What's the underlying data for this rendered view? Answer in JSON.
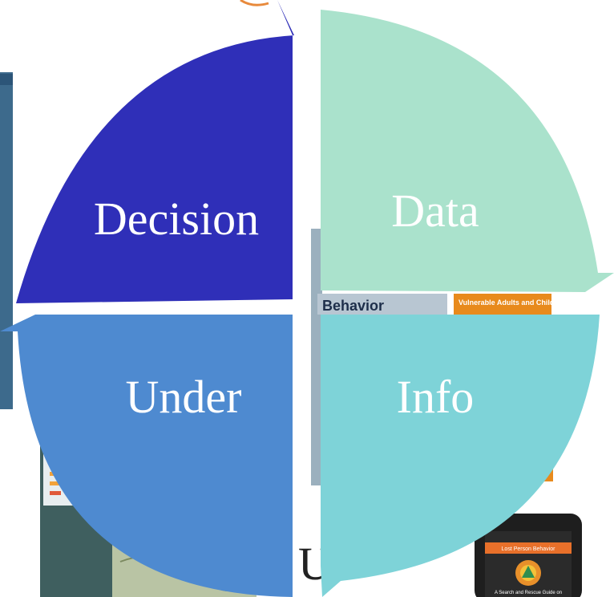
{
  "cycle": {
    "segments": [
      {
        "label": "Decision",
        "color": "#2f2fb8"
      },
      {
        "label": "Data",
        "color": "#aae2cc"
      },
      {
        "label": "Info",
        "color": "#7ed3d8"
      },
      {
        "label": "Under",
        "color": "#4e8ad0"
      }
    ]
  },
  "background": {
    "book_title": "Behavior",
    "book_subtitle": "Vulnerable Adults and Children",
    "phone_app_title": "Lost Person Behavior",
    "phone_app_subtitle": "A Search and Rescue Guide on",
    "partial_letter": "U"
  },
  "colors": {
    "phone_banner": "#e8702a",
    "orange_book": "#e88a1c",
    "map_panel": "#3f5f5f"
  }
}
